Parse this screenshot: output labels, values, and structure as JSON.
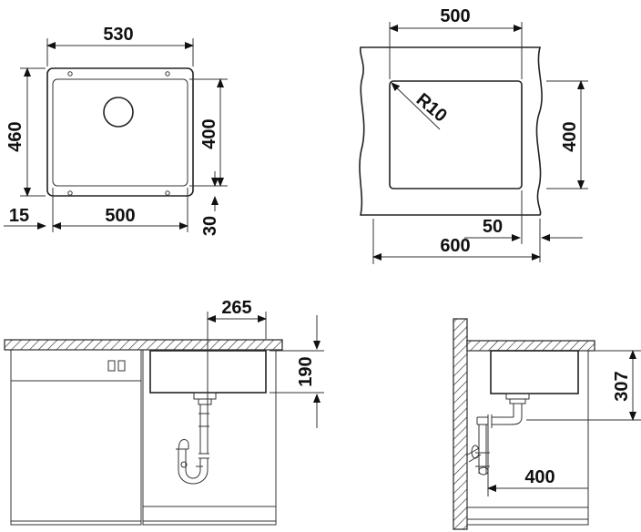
{
  "dimensions": {
    "top_view_width": "530",
    "top_view_height": "460",
    "inner_height_left": "400",
    "offset_left": "15",
    "inner_width_left": "500",
    "offset_bottom": "30",
    "cutout_top_width": "500",
    "corner_radius": "R10",
    "cutout_height": "400",
    "cabinet_offset": "50",
    "cabinet_width": "600",
    "drain_offset": "265",
    "bowl_depth": "190",
    "side_height": "307",
    "side_depth": "400"
  }
}
